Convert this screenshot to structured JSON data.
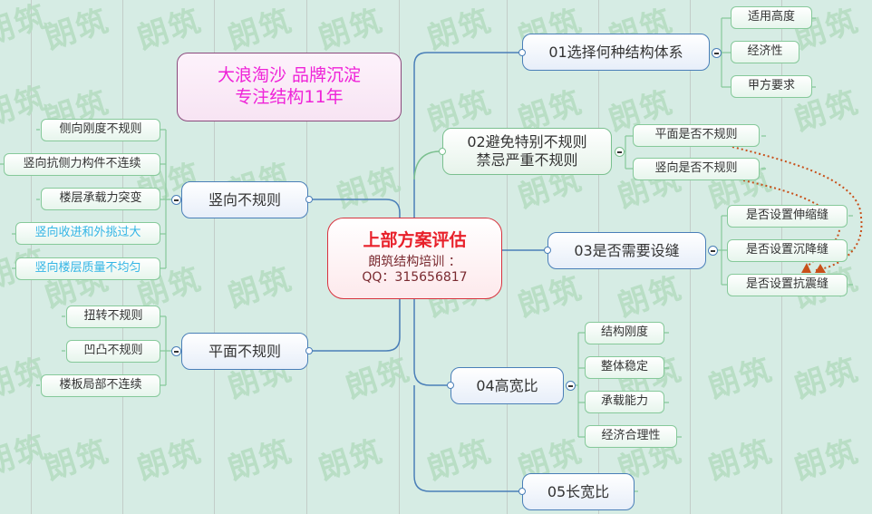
{
  "slogan": {
    "line1": "大浪淘沙  品牌沉淀",
    "line2": "专注结构11年"
  },
  "center": {
    "title": "上部方案评估",
    "line2": "朗筑结构培训 ：",
    "line3": "QQ：315656817"
  },
  "watermark": "朗筑",
  "left_branches": [
    {
      "label": "竖向不规则",
      "children": [
        {
          "label": "侧向刚度不规则",
          "highlight": false
        },
        {
          "label": "竖向抗侧力构件不连续",
          "highlight": false
        },
        {
          "label": "楼层承载力突变",
          "highlight": false
        },
        {
          "label": "竖向收进和外挑过大",
          "highlight": true
        },
        {
          "label": "竖向楼层质量不均匀",
          "highlight": true
        }
      ]
    },
    {
      "label": "平面不规则",
      "children": [
        {
          "label": "扭转不规则"
        },
        {
          "label": "凹凸不规则"
        },
        {
          "label": "楼板局部不连续"
        }
      ]
    }
  ],
  "right_branches": [
    {
      "label": "01选择何种结构体系",
      "children": [
        {
          "label": "适用高度"
        },
        {
          "label": "经济性"
        },
        {
          "label": "甲方要求"
        }
      ]
    },
    {
      "label_line1": "02避免特别不规则",
      "label_line2": "禁忌严重不规则",
      "children": [
        {
          "label": "平面是否不规则"
        },
        {
          "label": "竖向是否不规则"
        }
      ]
    },
    {
      "label": "03是否需要设缝",
      "children": [
        {
          "label": "是否设置伸缩缝"
        },
        {
          "label": "是否设置沉降缝"
        },
        {
          "label": "是否设置抗震缝"
        }
      ]
    },
    {
      "label": "04高宽比",
      "children": [
        {
          "label": "结构刚度"
        },
        {
          "label": "整体稳定"
        },
        {
          "label": "承载能力"
        },
        {
          "label": "经济合理性"
        }
      ]
    },
    {
      "label": "05长宽比",
      "children": []
    }
  ],
  "colors": {
    "background": "#d6ece4",
    "main_border": "#4a7fb8",
    "leaf_border": "#86c99a",
    "center_border": "#d7333e",
    "center_title": "#e8202a",
    "slogan_text": "#ef22d8",
    "highlight_text": "#33b5e5",
    "relation_line": "#c8501a"
  }
}
